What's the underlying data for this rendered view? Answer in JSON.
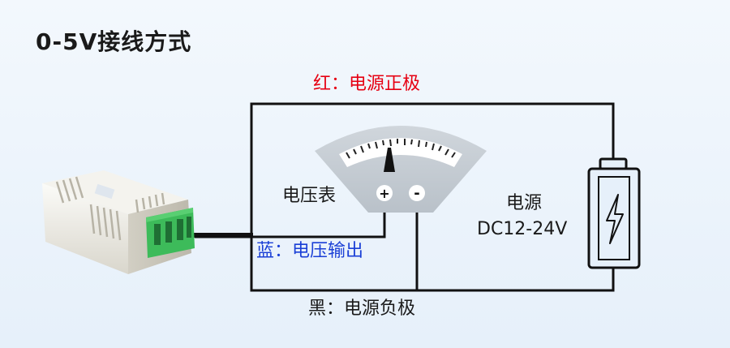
{
  "title": "0-5V接线方式",
  "wires": {
    "red_label": "红：电源正极",
    "blue_label": "蓝：电压输出",
    "black_label": "黑：电源负极"
  },
  "meter": {
    "label": "电压表",
    "plus_symbol": "+",
    "minus_symbol": "-"
  },
  "power": {
    "label_line1": "电源",
    "label_line2": "DC12-24V"
  },
  "colors": {
    "red": "#e60012",
    "blue": "#1a3fd6",
    "black": "#1a1a1a",
    "terminal_green": "#3dbb5a"
  }
}
